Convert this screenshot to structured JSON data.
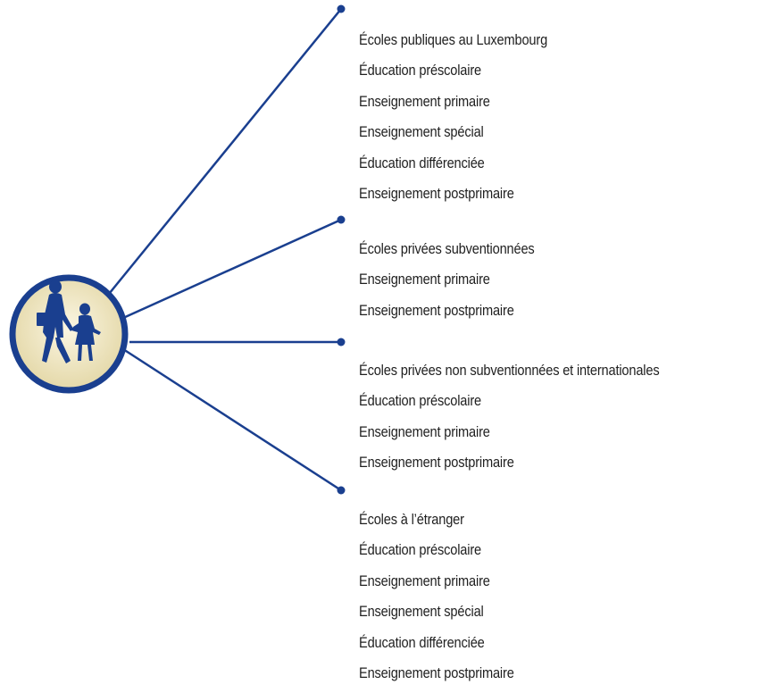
{
  "colors": {
    "line": "#1a3f8f",
    "dot": "#1a3f8f",
    "circle_fill": "#efe6c4",
    "circle_border": "#1a3f8f",
    "silhouette": "#1a3f8f",
    "text": "#1f1f1f"
  },
  "center_icon": "school-children-icon",
  "groups": [
    {
      "title": "Écoles publiques au Luxembourg",
      "items": [
        "Éducation préscolaire",
        "Enseignement primaire",
        "Enseignement spécial",
        "Éducation différenciée",
        "Enseignement postprimaire"
      ]
    },
    {
      "title": "Écoles privées subventionnées",
      "items": [
        "Enseignement primaire",
        "Enseignement postprimaire"
      ]
    },
    {
      "title": "Écoles privées non subventionnées et internationales",
      "items": [
        "Éducation préscolaire",
        "Enseignement primaire",
        "Enseignement postprimaire"
      ]
    },
    {
      "title": "Écoles à l’étranger",
      "items": [
        "Éducation préscolaire",
        "Enseignement primaire",
        "Enseignement spécial",
        "Éducation différenciée",
        "Enseignement postprimaire"
      ]
    }
  ]
}
